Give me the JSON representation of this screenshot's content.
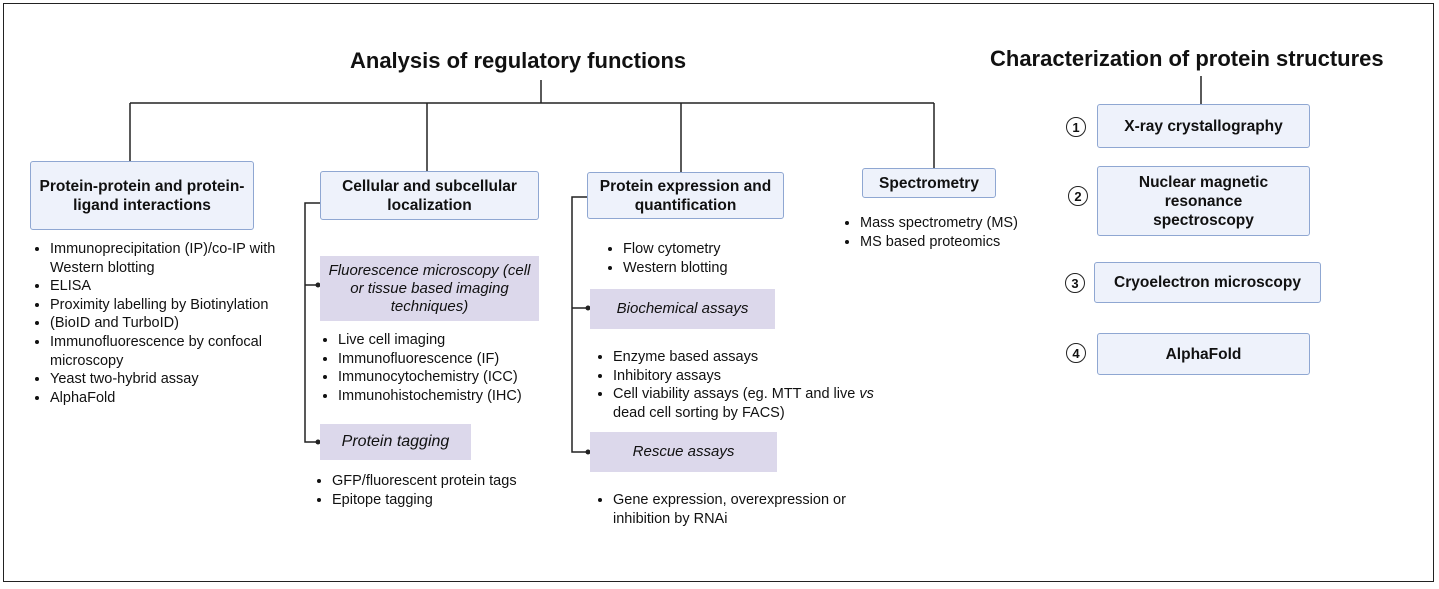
{
  "left_title": "Analysis of regulatory functions",
  "right_title": "Characterization of protein structures",
  "categories": {
    "ppi": {
      "label": "Protein-protein and protein-ligand interactions",
      "items": [
        "Immunoprecipitation (IP)/co-IP with Western blotting",
        "ELISA",
        "Proximity labelling by Biotinylation",
        "(BioID and TurboID)",
        "Immunofluorescence by confocal microscopy",
        "Yeast two-hybrid assay",
        "AlphaFold"
      ]
    },
    "localization": {
      "label": "Cellular and subcellular localization",
      "fluorescence_label": "Fluorescence microscopy (cell or tissue based imaging techniques)",
      "fluorescence_items": [
        "Live cell imaging",
        "Immunofluorescence (IF)",
        "Immunocytochemistry (ICC)",
        "Immunohistochemistry (IHC)"
      ],
      "tagging_label": "Protein tagging",
      "tagging_items": [
        "GFP/fluorescent protein tags",
        "Epitope tagging"
      ]
    },
    "expression": {
      "label": "Protein expression and quantification",
      "items": [
        "Flow cytometry",
        "Western blotting"
      ],
      "biochemical_label": "Biochemical assays",
      "biochemical_items": [
        "Enzyme based assays",
        "Inhibitory assays",
        "Cell viability assays (eg. MTT and live vs dead cell sorting by FACS)"
      ],
      "rescue_label": "Rescue assays",
      "rescue_items": [
        "Gene expression, overexpression or inhibition by RNAi"
      ]
    },
    "spectrometry": {
      "label": "Spectrometry",
      "items": [
        "Mass spectrometry (MS)",
        "MS based proteomics"
      ]
    }
  },
  "structures": [
    {
      "number": "1",
      "label": "X-ray crystallography"
    },
    {
      "number": "2",
      "label": "Nuclear magnetic resonance spectroscopy"
    },
    {
      "number": "3",
      "label": "Cryoelectron microscopy"
    },
    {
      "number": "4",
      "label": "AlphaFold"
    }
  ],
  "colors": {
    "box_fill": "#eef2fb",
    "box_border": "#8fa7d2",
    "sub_fill": "#dcd8eb",
    "line": "#222222"
  }
}
